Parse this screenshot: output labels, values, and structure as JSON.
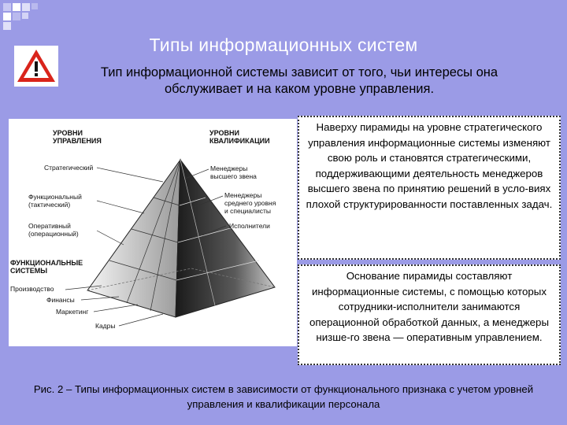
{
  "slide": {
    "title": "Типы информационных систем",
    "warning_icon": "warning-triangle-icon",
    "subtitle": "Тип информационной системы зависит от того, чьи интересы она обслуживает и на каком уровне управления."
  },
  "figure": {
    "left_heading": "УРОВНИ\nУПРАВЛЕНИЯ",
    "right_heading": "УРОВНИ\nКВАЛИФИКАЦИИ",
    "left_labels": {
      "strategic": "Стратегический",
      "functional": "Функциональный\n(тактический)",
      "operational": "Оперативный\n(операционный)"
    },
    "right_labels": {
      "top_managers": "Менеджеры\nвысшего звена",
      "mid_managers": "Менеджеры\nсреднего уровня\nи специалисты",
      "executors": "Исполнители"
    },
    "functional_heading": "ФУНКЦИОНАЛЬНЫЕ\nСИСТЕМЫ",
    "functional_labels": {
      "production": "Производство",
      "finance": "Финансы",
      "marketing": "Маркетинг",
      "staff": "Кадры"
    }
  },
  "boxes": {
    "top": "Наверху пирамиды на уровне стратегического управления информационные системы изменяют свою роль и становятся стратегическими, поддерживающими деятельность менеджеров высшего звена по принятию решений в усло-виях плохой структурированности поставленных задач.",
    "bottom": "Основание пирамиды составляют информационные системы, с помощью которых сотрудники-исполнители занимаются операционной обработкой данных, а менеджеры низше-го звена — оперативным управлением."
  },
  "caption": "Рис. 2 – Типы информационных систем в зависимости от функционального признака с учетом уровней управления и квалификации персонала",
  "colors": {
    "background": "#9b9be6",
    "title": "#ffffff",
    "warning_red": "#d9241b"
  }
}
